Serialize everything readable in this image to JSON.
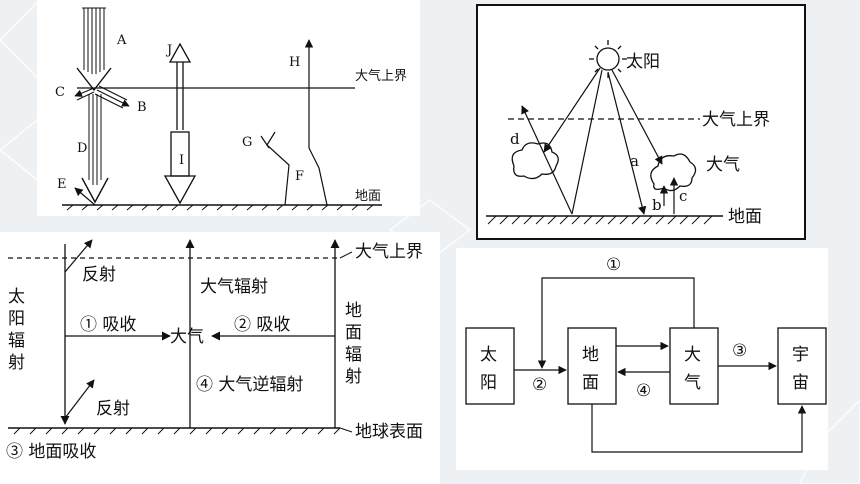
{
  "panel_tl": {
    "arrows": {
      "a": "A",
      "b": "B",
      "c": "C",
      "d": "D",
      "e": "E",
      "f": "F",
      "g": "G",
      "h": "H",
      "i": "I",
      "j": "J"
    },
    "top_boundary": "大气上界",
    "ground": "地面"
  },
  "panel_tr": {
    "sun": "太阳",
    "top_boundary": "大气上界",
    "atmosphere": "大气",
    "ground": "地面",
    "arrows": {
      "a": "a",
      "b": "b",
      "c": "c",
      "d": "d"
    }
  },
  "panel_bl": {
    "top_boundary": "大气上界",
    "surface": "地球表面",
    "solar": [
      "太",
      "阳",
      "辐",
      "射"
    ],
    "ground_rad": [
      "地",
      "面",
      "辐",
      "射"
    ],
    "reflect_top": "反射",
    "reflect_bottom": "反射",
    "atm_rad": "大气辐射",
    "absorb1": "① 吸收",
    "absorb2": "② 吸收",
    "atm": "大气",
    "back_rad": "④ 大气逆辐射",
    "ground_absorb": "③ 地面吸收"
  },
  "panel_br": {
    "sun": [
      "太",
      "阳"
    ],
    "ground": [
      "地",
      "面"
    ],
    "atm": [
      "大",
      "气"
    ],
    "space": [
      "宇",
      "宙"
    ],
    "n1": "①",
    "n2": "②",
    "n3": "③",
    "n4": "④"
  }
}
